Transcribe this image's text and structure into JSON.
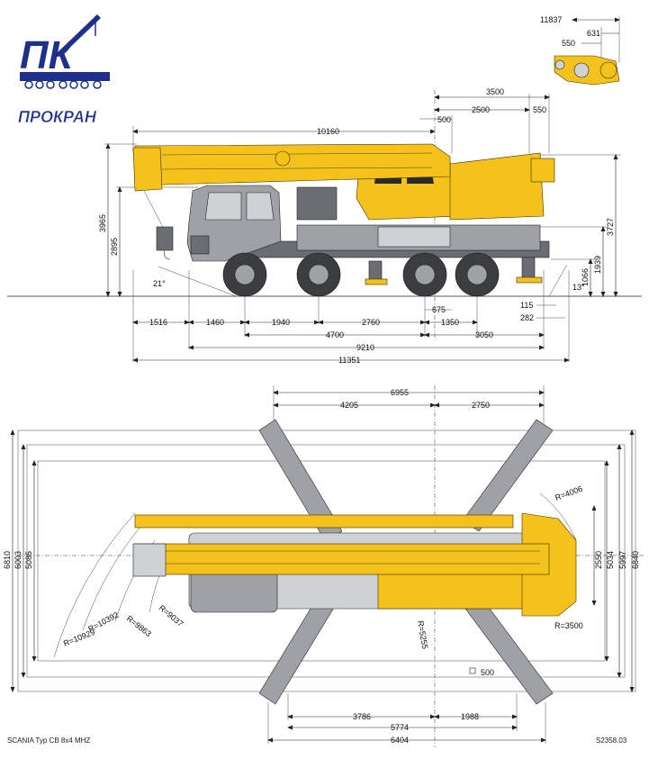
{
  "logo": {
    "letters": "ПК",
    "brand_name": "ПРОКРАН",
    "primary_color": "#1e2f8c"
  },
  "side_view": {
    "top_right": {
      "d11837": "11837",
      "d631": "631",
      "d550": "550"
    },
    "top": {
      "d3500": "3500",
      "d2500": "2500",
      "d550": "550",
      "d10160": "10160",
      "d500": "500"
    },
    "left": {
      "d3965": "3965",
      "d2895": "2895",
      "angle21": "21°"
    },
    "right": {
      "d3727": "3727",
      "d1939": "1939",
      "d1066": "1066",
      "angle13": "13°",
      "d115": "115",
      "d282": "282"
    },
    "bottom": {
      "d1516": "1516",
      "d1460": "1460",
      "d1940": "1940",
      "d2760": "2760",
      "d675": "675",
      "d1350": "1350",
      "d4700": "4700",
      "d3050": "3050",
      "d9210": "9210",
      "d11351": "11351"
    }
  },
  "top_view": {
    "top": {
      "d6955": "6955",
      "d4205": "4205",
      "d2750": "2750"
    },
    "left": {
      "d6810": "6810",
      "d6003": "6003",
      "d5085": "5085"
    },
    "right": {
      "d2550": "2550",
      "d5034": "5034",
      "d5997": "5997",
      "d6840": "6840"
    },
    "radii": {
      "r4006": "R=4006",
      "r3500": "R=3500",
      "r5255": "R=5255",
      "r9037": "R=9037",
      "r9863": "R=9863",
      "r10392": "R=10392",
      "r10929": "R=10929"
    },
    "pad": "500",
    "bottom": {
      "d3786": "3786",
      "d1988": "1988",
      "d5774": "5774",
      "d6404": "6404"
    }
  },
  "footer": {
    "left": "SCANIA Typ CB 8x4 MHZ",
    "right": "S2358.03"
  },
  "colors": {
    "crane_yellow": "#f4c21b",
    "cab_grey": "#9ea2a6",
    "line": "#222222"
  }
}
